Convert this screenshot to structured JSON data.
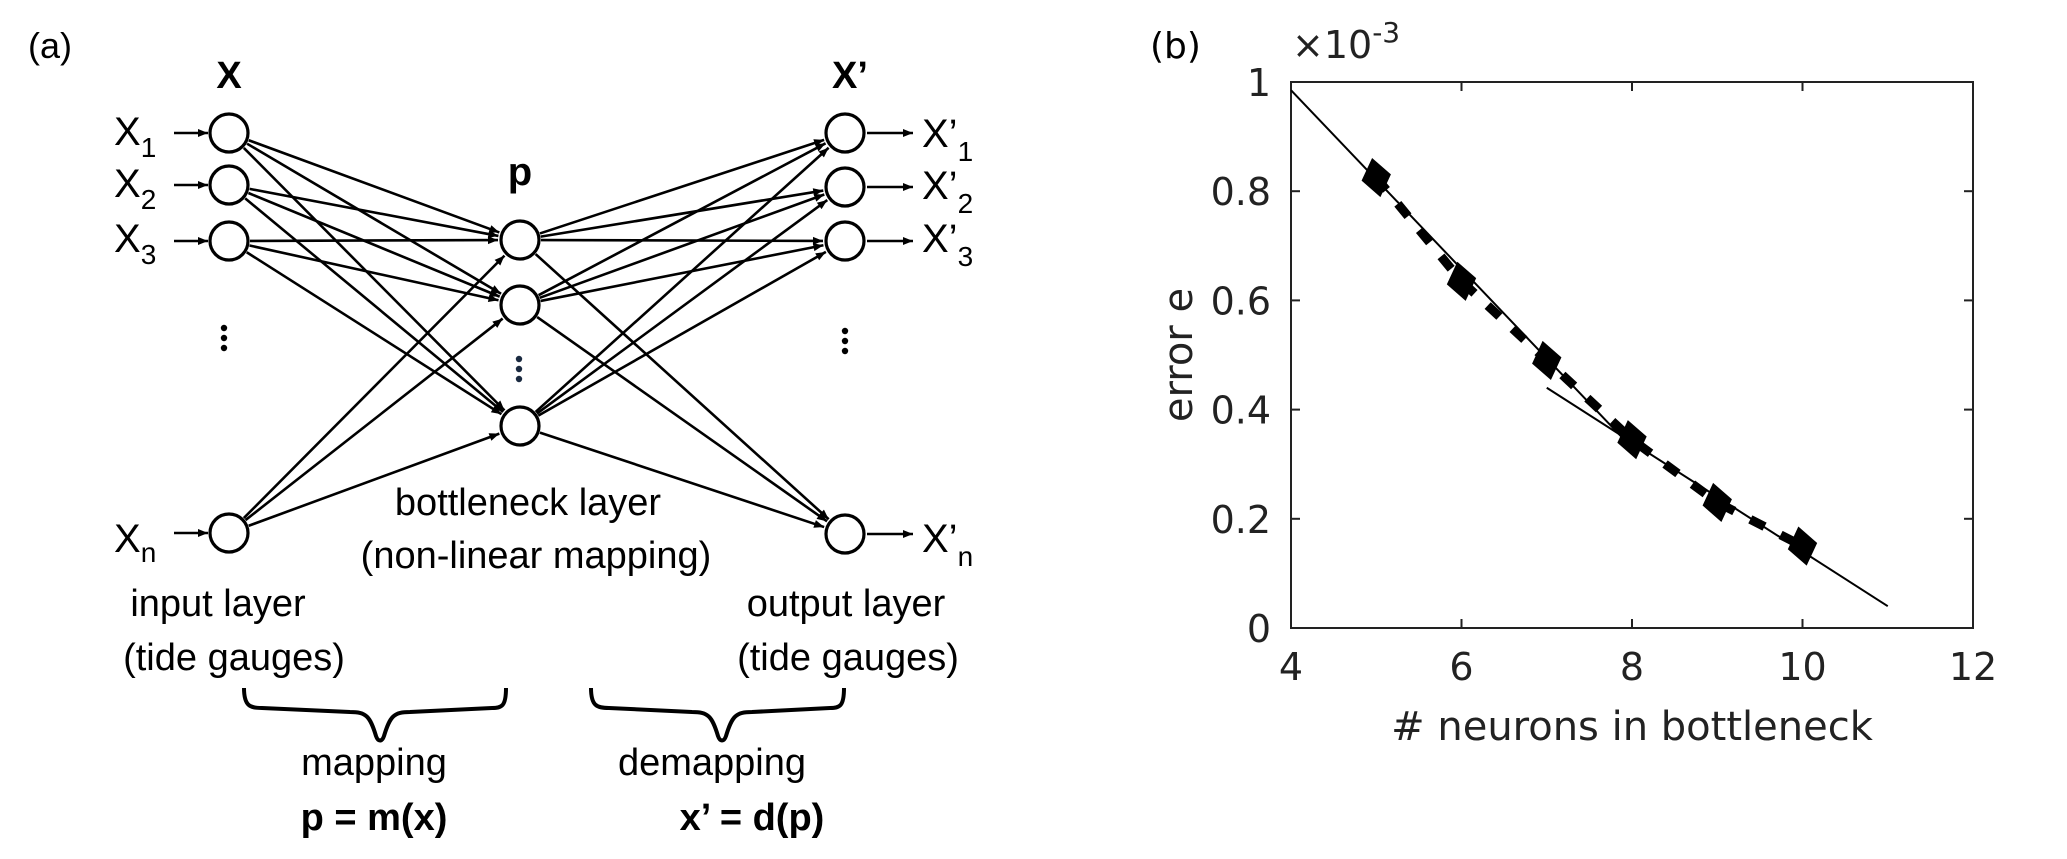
{
  "panel_a": {
    "label": "(a)",
    "layers": {
      "input_title": "X",
      "bottleneck_title": "p",
      "output_title": "X’"
    },
    "input_nodes": [
      {
        "base": "X",
        "sub": "1"
      },
      {
        "base": "X",
        "sub": "2"
      },
      {
        "base": "X",
        "sub": "3"
      },
      {
        "base": "X",
        "sub": "n"
      }
    ],
    "output_nodes": [
      {
        "base": "X’",
        "sub": "1"
      },
      {
        "base": "X’",
        "sub": "2"
      },
      {
        "base": "X’",
        "sub": "3"
      },
      {
        "base": "X’",
        "sub": "n"
      }
    ],
    "bottleneck_label_line1": "bottleneck layer",
    "bottleneck_label_line2": "(non-linear mapping)",
    "input_label_line1": "input layer",
    "input_label_line2": "(tide gauges)",
    "output_label_line1": "output layer",
    "output_label_line2": "(tide gauges)",
    "mapping_label": "mapping",
    "mapping_formula": "p = m(x)",
    "demapping_label": "demapping",
    "demapping_formula": "x’ = d(p)",
    "ellipsis": "⋮"
  },
  "chart_data": {
    "type": "scatter",
    "panel_label": "(b)",
    "title": "",
    "xlabel": "# neurons in bottleneck",
    "ylabel": "error e",
    "y_multiplier": "×10",
    "y_multiplier_exp": "-3",
    "xlim": [
      4,
      12
    ],
    "ylim": [
      0,
      1
    ],
    "xticks": [
      4,
      6,
      8,
      10,
      12
    ],
    "yticks": [
      0,
      0.2,
      0.4,
      0.6,
      0.8,
      1
    ],
    "ytick_labels": [
      "0",
      "0.2",
      "0.4",
      "0.6",
      "0.8",
      "1"
    ],
    "xtick_labels": [
      "4",
      "6",
      "8",
      "10",
      "12"
    ],
    "grid": false,
    "legend": "none",
    "series": [
      {
        "name": "error",
        "marker": "diamond",
        "x": [
          5,
          6,
          7,
          8,
          9,
          10
        ],
        "y": [
          0.825,
          0.635,
          0.49,
          0.345,
          0.23,
          0.15
        ]
      },
      {
        "name": "interpolation",
        "style": "dashed-thick",
        "x": [
          5,
          6,
          7,
          8,
          9,
          10
        ],
        "y": [
          0.825,
          0.635,
          0.49,
          0.345,
          0.23,
          0.15
        ]
      },
      {
        "name": "linear-fit-1",
        "style": "solid-thin",
        "x": [
          4,
          8
        ],
        "y": [
          0.985,
          0.33
        ]
      },
      {
        "name": "linear-fit-2",
        "style": "solid-thin",
        "x": [
          7,
          11
        ],
        "y": [
          0.44,
          0.04
        ]
      }
    ]
  }
}
